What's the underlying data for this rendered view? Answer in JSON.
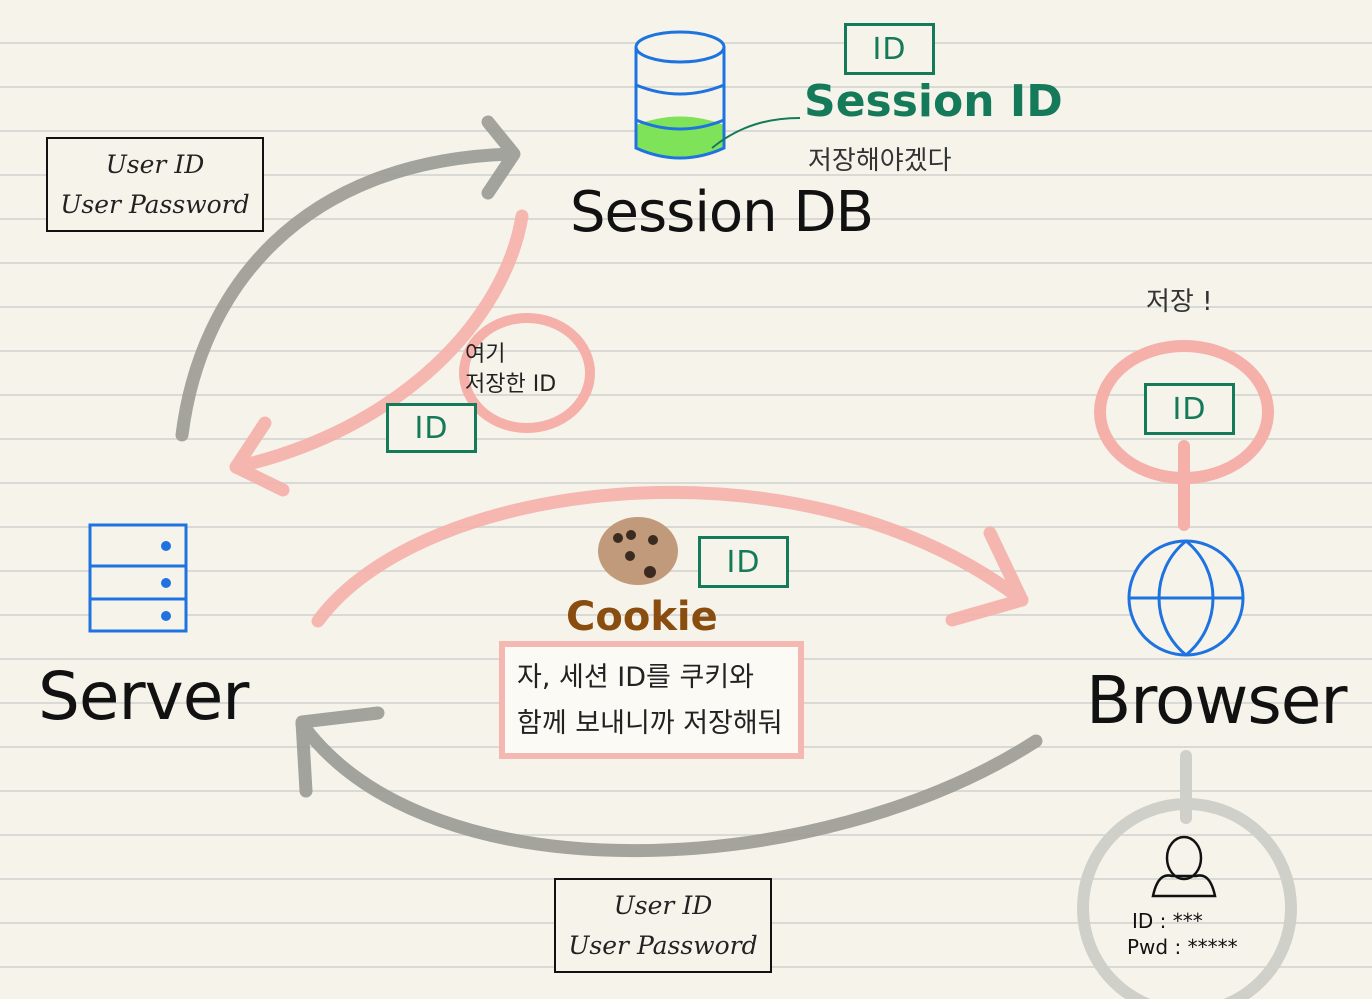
{
  "nodes": {
    "session_db": "Session DB",
    "server": "Server",
    "browser": "Browser"
  },
  "session_id_label": "Session ID",
  "session_note": "저장해야겠다",
  "id_tag": "ID",
  "cookie_label": "Cookie",
  "here_note": "여기\n저장한 ID",
  "browser_save_note": "저장 !",
  "cookie_message": [
    "자, 세션 ID를 쿠키와",
    "함께 보내니까 저장해둬"
  ],
  "login_box_top": [
    "User ID",
    "User Password"
  ],
  "login_box_bottom": [
    "User ID",
    "User Password"
  ],
  "login_form": {
    "id_row": "ID :  ***",
    "pwd_row": "Pwd : *****"
  },
  "colors": {
    "db_blue": "#1e73e0",
    "session_green": "#157a5a",
    "db_fill_green": "#7fe35a",
    "cookie_brown": "#8a4d10",
    "pink_arrow": "#f5b0aa",
    "gray_arrow": "#9a9a94"
  },
  "icons": [
    "database-icon",
    "server-icon",
    "globe-icon",
    "user-icon",
    "cookie-icon"
  ]
}
